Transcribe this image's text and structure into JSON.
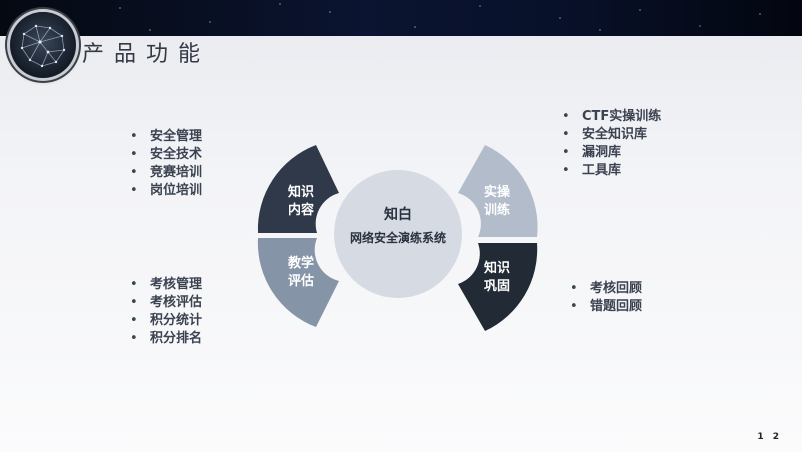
{
  "slide": {
    "title": "产品功能",
    "page_number": "1 2"
  },
  "center": {
    "line1": "知白",
    "line2": "网络安全演练系统"
  },
  "petals": [
    {
      "id": "knowledge-content",
      "line1": "知识",
      "line2": "内容",
      "color": "#2f3949"
    },
    {
      "id": "teaching-eval",
      "line1": "教学",
      "line2": "评估",
      "color": "#8694a7"
    },
    {
      "id": "practice-training",
      "line1": "实操",
      "line2": "训练",
      "color": "#b3bccb"
    },
    {
      "id": "knowledge-consolidate",
      "line1": "知识",
      "line2": "巩固",
      "color": "#222a35"
    }
  ],
  "lists": {
    "top_left": [
      "安全管理",
      "安全技术",
      "竞赛培训",
      "岗位培训"
    ],
    "bottom_left": [
      "考核管理",
      "考核评估",
      "积分统计",
      "积分排名"
    ],
    "top_right": [
      "CTF实操训练",
      "安全知识库",
      "漏洞库",
      "工具库"
    ],
    "bottom_right": [
      "考核回顾",
      "错题回顾"
    ]
  },
  "colors": {
    "center_circle": "#d5dae3",
    "petal_text_light": "#ffffff"
  }
}
